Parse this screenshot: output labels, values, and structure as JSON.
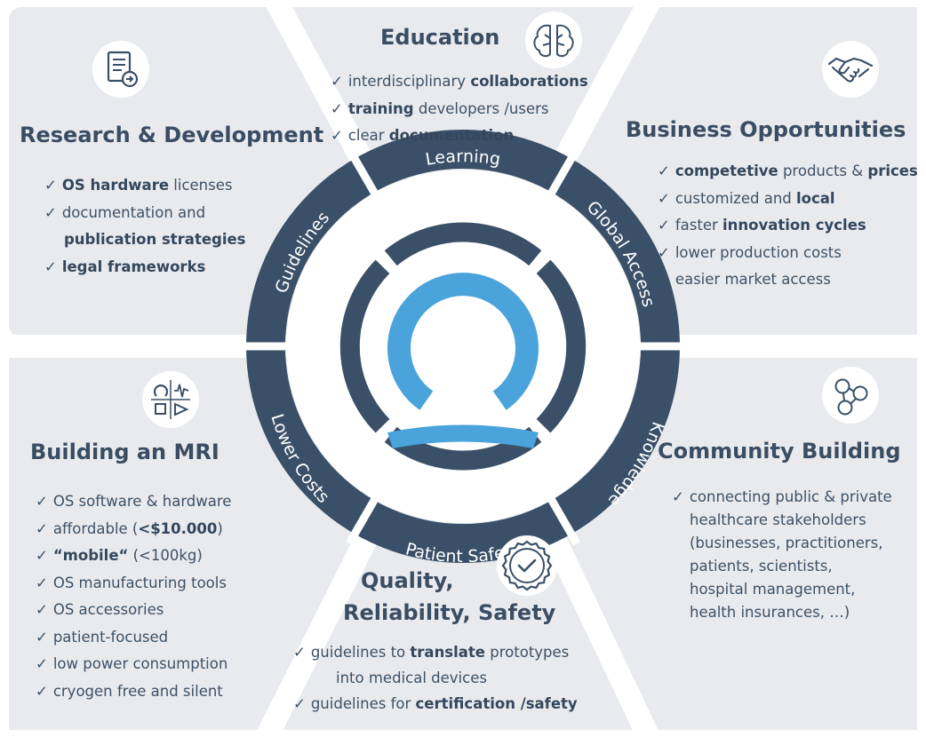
{
  "ring_labels": {
    "learning": "Learning",
    "global_access": "Global Access",
    "knowledge": "Knowledge",
    "patient_safety": "Patient Safety",
    "lower_costs": "Lower Costs",
    "guidelines": "Guidelines"
  },
  "sections": {
    "education": {
      "title": "Education",
      "icon": "brain-icon",
      "items": [
        [
          {
            "t": "interdisciplinary "
          },
          {
            "t": "collaborations",
            "b": true
          }
        ],
        [
          {
            "t": "training",
            "b": true
          },
          {
            "t": " developers /users"
          }
        ],
        [
          {
            "t": "clear "
          },
          {
            "t": "documentation",
            "b": true
          }
        ]
      ]
    },
    "research": {
      "title": "Research & Development",
      "icon": "document-icon",
      "items": [
        [
          {
            "t": "OS hardware",
            "b": true
          },
          {
            "t": " licenses"
          }
        ],
        [
          {
            "t": "documentation and"
          }
        ],
        [
          {
            "t": "publication strategies",
            "b": true,
            "cont": true
          }
        ],
        [
          {
            "t": "legal frameworks",
            "b": true
          }
        ]
      ]
    },
    "business": {
      "title": "Business Opportunities",
      "icon": "handshake-icon",
      "items": [
        [
          {
            "t": "competetive",
            "b": true
          },
          {
            "t": " products & "
          },
          {
            "t": "prices",
            "b": true
          }
        ],
        [
          {
            "t": "customized and "
          },
          {
            "t": "local",
            "b": true
          }
        ],
        [
          {
            "t": "faster "
          },
          {
            "t": "innovation cycles",
            "b": true
          }
        ],
        [
          {
            "t": "lower production costs"
          }
        ],
        [
          {
            "t": "easier market access"
          }
        ]
      ]
    },
    "mri": {
      "title": "Building an MRI",
      "icon": "hardware-icon",
      "items": [
        [
          {
            "t": "OS software & hardware"
          }
        ],
        [
          {
            "t": "affordable ("
          },
          {
            "t": "<$10.000",
            "b": true
          },
          {
            "t": ")"
          }
        ],
        [
          {
            "t": "“mobile“",
            "b": true
          },
          {
            "t": " (<100kg)"
          }
        ],
        [
          {
            "t": "OS manufacturing tools"
          }
        ],
        [
          {
            "t": "OS accessories"
          }
        ],
        [
          {
            "t": "patient-focused"
          }
        ],
        [
          {
            "t": "low power consumption"
          }
        ],
        [
          {
            "t": "cryogen free and silent"
          }
        ]
      ]
    },
    "community": {
      "title": "Community Building",
      "icon": "people-network-icon",
      "items": [
        [
          {
            "t": "connecting public & private"
          }
        ],
        [
          {
            "t": "healthcare stakeholders",
            "cont": true
          }
        ],
        [
          {
            "t": "(businesses, practitioners,",
            "cont": true
          }
        ],
        [
          {
            "t": "patients, scientists,",
            "cont": true
          }
        ],
        [
          {
            "t": "hospital management,",
            "cont": true
          }
        ],
        [
          {
            "t": "health insurances, …)",
            "cont": true
          }
        ]
      ]
    },
    "quality": {
      "title_line1": "Quality,",
      "title_line2": "Reliability, Safety",
      "icon": "certificate-badge-icon",
      "items": [
        [
          {
            "t": "guidelines to "
          },
          {
            "t": "translate",
            "b": true
          },
          {
            "t": " prototypes"
          }
        ],
        [
          {
            "t": "into medical devices",
            "cont": true
          }
        ],
        [
          {
            "t": "guidelines for "
          },
          {
            "t": "certification /safety",
            "b": true
          }
        ]
      ]
    }
  },
  "check_mark": "✓",
  "colors": {
    "panel": "#e8eaee",
    "ring_dark": "#3a5068",
    "ring_light": "#4aa3da",
    "text": "#3d5166"
  }
}
